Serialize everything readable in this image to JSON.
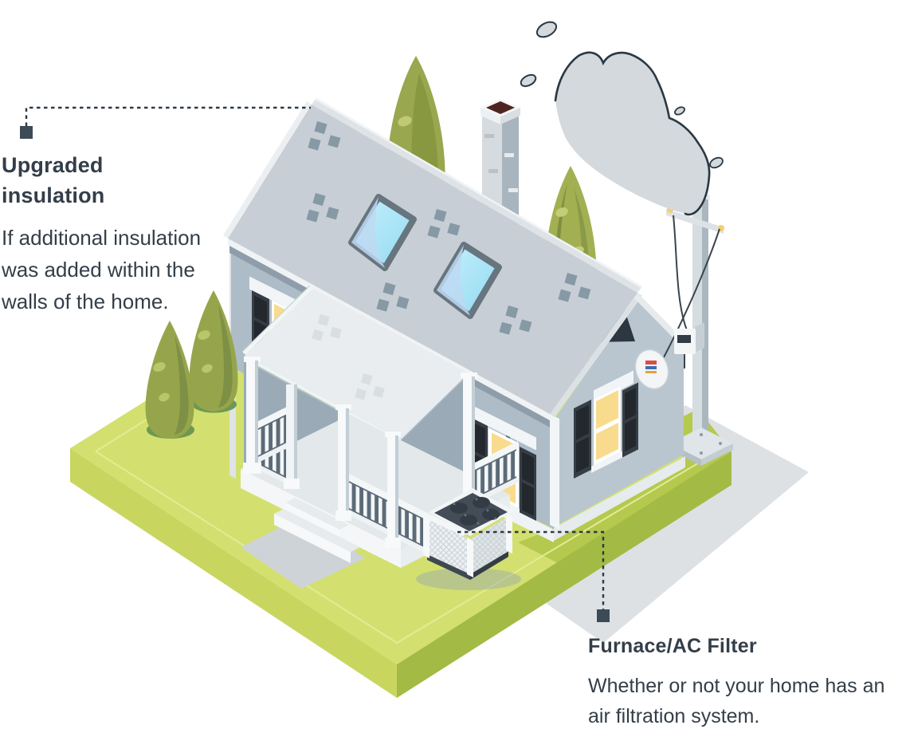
{
  "annotations": {
    "upgraded_insulation": {
      "title": "Upgraded insulation",
      "description": "If additional insulation was added within the walls of the home."
    },
    "furnace_ac_filter": {
      "title": "Furnace/AC Filter",
      "description": "Whether or not your home has an air filtration system."
    }
  },
  "illustration": {
    "subject": "Isometric single-family home",
    "elements": [
      "roof-skylights",
      "chimney",
      "smoke-cloud",
      "porch",
      "upgraded-insulation-roof",
      "ac-unit",
      "utility-pole",
      "power-meter",
      "satellite-dish",
      "trees",
      "lawn",
      "walkway",
      "driveway"
    ]
  },
  "colors": {
    "text": "#333e49",
    "connector": "#2e3944",
    "connector_node": "#3d4b57",
    "lawn": "#d3e06f",
    "lawn_side": "#a3ba45",
    "roof": "#c7ced5",
    "walls": "#aebcc7",
    "window_glow": "#f8db8d",
    "skylight_glass": "#abe7f8",
    "smoke_cloud": "#d3d9dd",
    "background": "#ffffff"
  }
}
